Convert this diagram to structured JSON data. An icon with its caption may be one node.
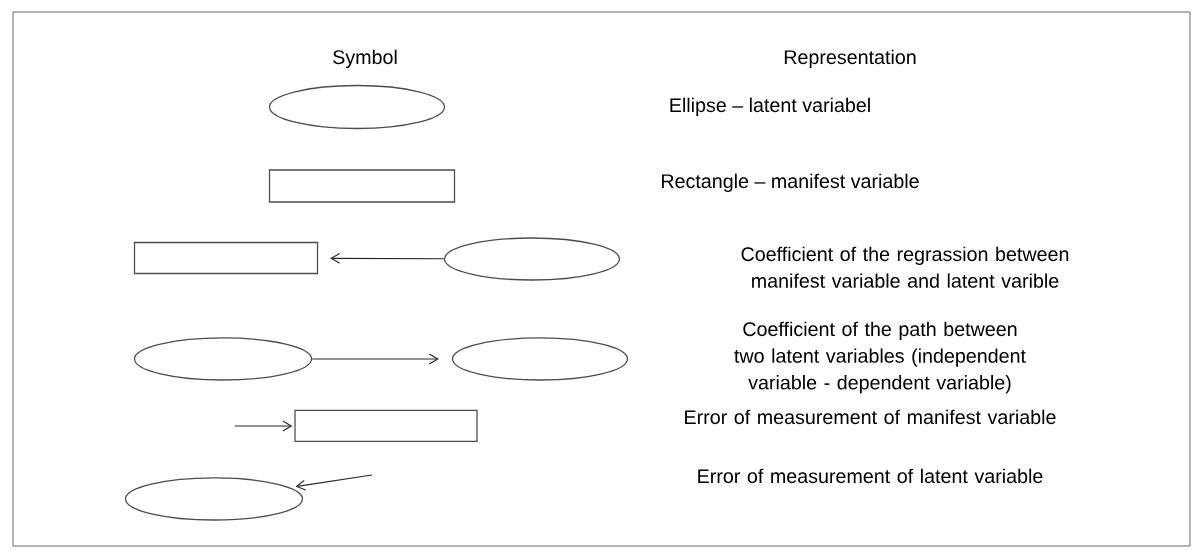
{
  "diagram": {
    "nodes": [
      {
        "text": [],
        "shape": "ellipse"
      },
      {
        "text": [],
        "shape": "box"
      },
      {
        "text": [],
        "shape": "box"
      },
      {
        "text": [],
        "shape": "ellipse"
      },
      {
        "text": [],
        "shape": "ellipse"
      },
      {
        "text": [],
        "shape": "ellipse"
      },
      {
        "text": [],
        "shape": "box"
      },
      {
        "text": [],
        "shape": "ellipse"
      }
    ],
    "edges": [
      {
        "from": 3,
        "to": 2,
        "arrow": "to"
      },
      {
        "from": 4,
        "to": 5,
        "arrow": "to"
      },
      {
        "from": null,
        "to": 6,
        "arrow": "to"
      },
      {
        "from": null,
        "to": 7,
        "arrow": "to"
      }
    ],
    "labels": [
      "Symbol",
      "Representation",
      "Ellipse – latent variabel",
      "Rectangle – manifest variable",
      "Coefficient of the regrassion between manifest variable and latent varible",
      "Coefficient of the path between two latent variables (independent variable - dependent variable)",
      "Error of measurement of manifest variable",
      "Error of measurement of latent variable"
    ]
  }
}
